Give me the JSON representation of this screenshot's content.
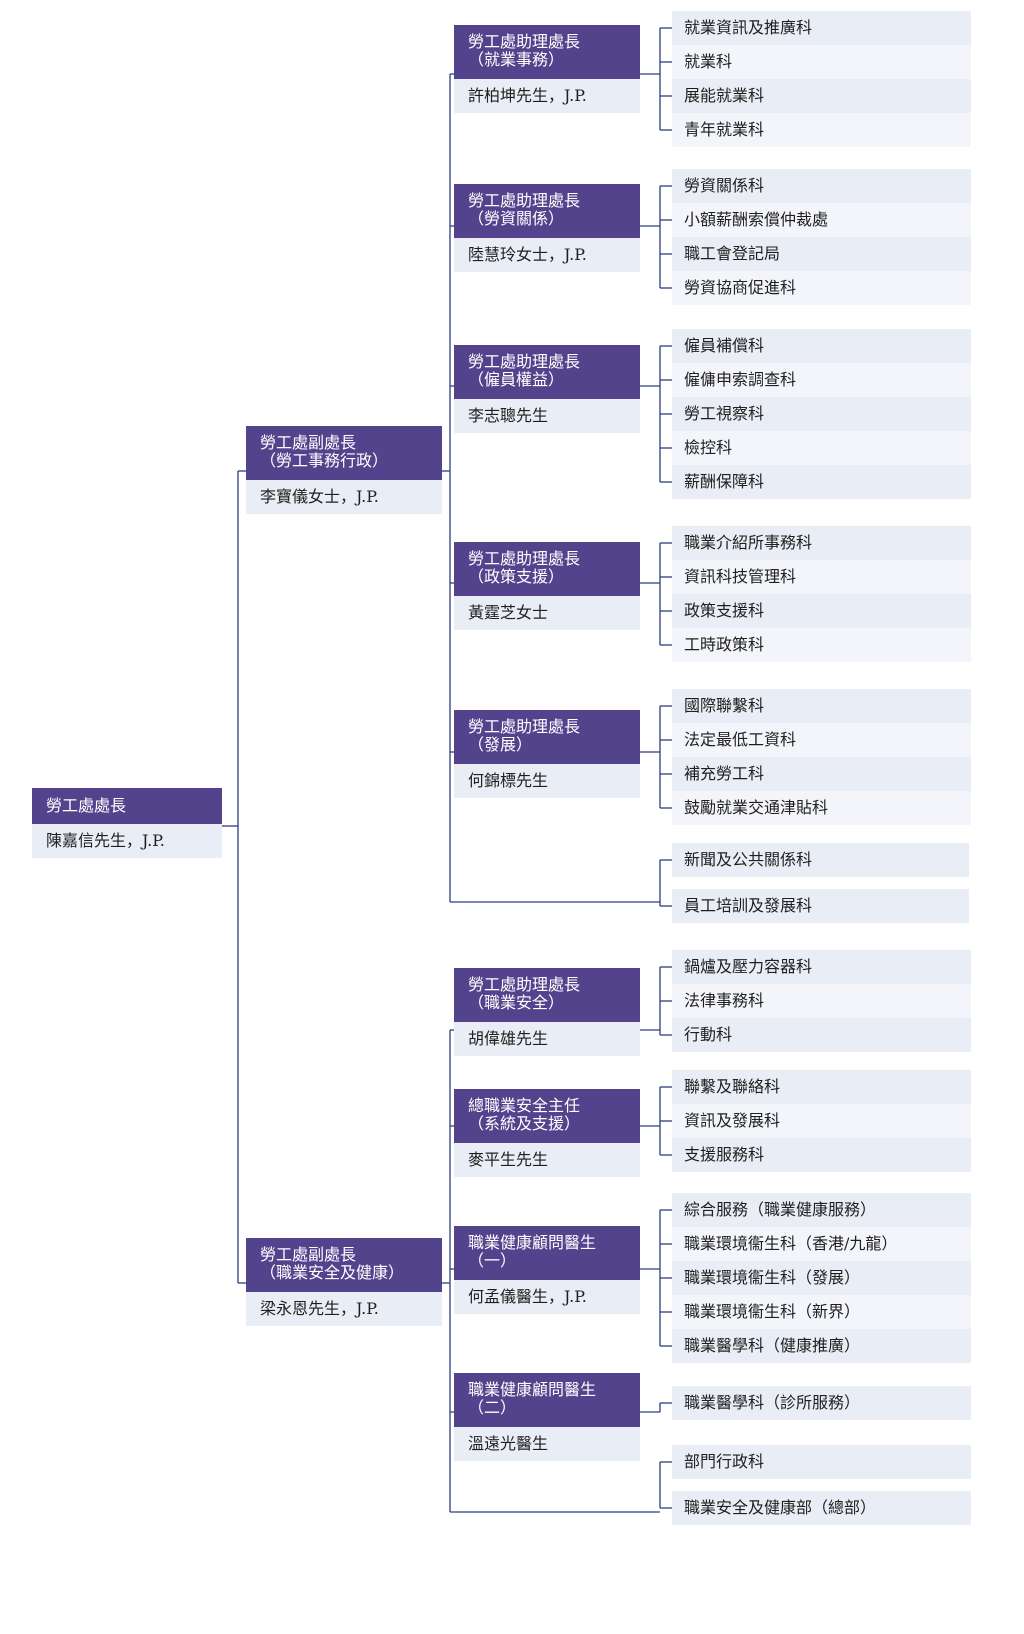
{
  "line_color": "#2e3f7f",
  "header_color": "#52438c",
  "name_bg": "#e9edf5",
  "commissioner": {
    "title": "勞工處處長",
    "name": "陳嘉信先生，J.P."
  },
  "deputy_labour": {
    "title1": "勞工處副處長",
    "title2": "（勞工事務行政）",
    "name": "李寶儀女士，J.P."
  },
  "deputy_osh": {
    "title1": "勞工處副處長",
    "title2": "（職業安全及健康）",
    "name": "梁永恩先生，J.P."
  },
  "branches": [
    {
      "title1": "勞工處助理處長",
      "title2": "（就業事務）",
      "name": "許柏坤先生，J.P.",
      "units": [
        "就業資訊及推廣科",
        "就業科",
        "展能就業科",
        "青年就業科"
      ]
    },
    {
      "title1": "勞工處助理處長",
      "title2": "（勞資關係）",
      "name": "陸慧玲女士，J.P.",
      "units": [
        "勞資關係科",
        "小額薪酬索償仲裁處",
        "職工會登記局",
        "勞資協商促進科"
      ]
    },
    {
      "title1": "勞工處助理處長",
      "title2": "（僱員權益）",
      "name": "李志聰先生",
      "units": [
        "僱員補償科",
        "僱傭申索調查科",
        "勞工視察科",
        "檢控科",
        "薪酬保障科"
      ]
    },
    {
      "title1": "勞工處助理處長",
      "title2": "（政策支援）",
      "name": "黃霆芝女士",
      "units": [
        "職業介紹所事務科",
        "資訊科技管理科",
        "政策支援科",
        "工時政策科"
      ]
    },
    {
      "title1": "勞工處助理處長",
      "title2": "（發展）",
      "name": "何錦標先生",
      "units": [
        "國際聯繫科",
        "法定最低工資科",
        "補充勞工科",
        "鼓勵就業交通津貼科"
      ]
    },
    {
      "units": [
        "新聞及公共關係科",
        "員工培訓及發展科"
      ]
    },
    {
      "title1": "勞工處助理處長",
      "title2": "（職業安全）",
      "name": "胡偉雄先生",
      "units": [
        "鍋爐及壓力容器科",
        "法律事務科",
        "行動科"
      ]
    },
    {
      "title1": "總職業安全主任",
      "title2": "（系統及支援）",
      "name": "麥平生先生",
      "units": [
        "聯繫及聯絡科",
        "資訊及發展科",
        "支援服務科"
      ]
    },
    {
      "title1": "職業健康顧問醫生",
      "title2": "（一）",
      "name": "何孟儀醫生，J.P.",
      "units": [
        "綜合服務（職業健康服務）",
        "職業環境衞生科（香港/九龍）",
        "職業環境衞生科（發展）",
        "職業環境衞生科（新界）",
        "職業醫學科（健康推廣）"
      ]
    },
    {
      "title1": "職業健康顧問醫生",
      "title2": "（二）",
      "name": "溫遠光醫生",
      "units": [
        "職業醫學科（診所服務）"
      ]
    },
    {
      "units": [
        "部門行政科",
        "職業安全及健康部（總部）"
      ]
    }
  ]
}
